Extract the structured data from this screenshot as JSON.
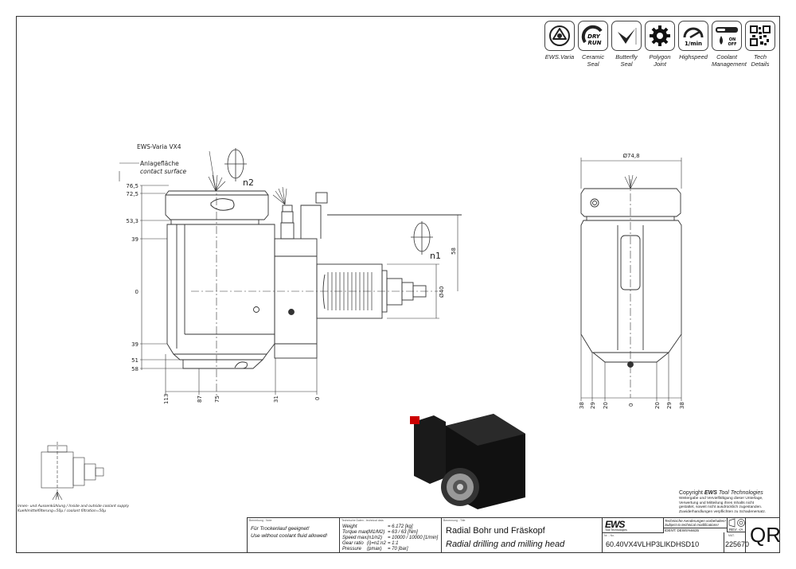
{
  "features": [
    {
      "label": "EWS.Varia",
      "icon": "varia-icon"
    },
    {
      "label": "Ceramic Seal",
      "icon": "dry-run-icon",
      "glyph": "DRY RUN"
    },
    {
      "label": "Butterfly Seal",
      "icon": "butterfly-seal-icon"
    },
    {
      "label": "Polygon Joint",
      "icon": "polygon-gear-icon"
    },
    {
      "label": "Highspeed",
      "icon": "speedometer-icon",
      "glyph": "1/min"
    },
    {
      "label": "Coolant Management",
      "icon": "coolant-icon",
      "glyph": "ON OFF"
    },
    {
      "label": "Tech Details",
      "icon": "qr-code-icon"
    }
  ],
  "drawing": {
    "callout_varia": "EWS-Varia VX4",
    "callout_contact_de": "Anlagefläche",
    "callout_contact_en": "contact surface",
    "n1": "n1",
    "n2": "n2",
    "left_dims": [
      "76,5",
      "72,5",
      "53,3",
      "39",
      "0",
      "39",
      "51",
      "58"
    ],
    "bottom_dims": [
      "113",
      "87",
      "75",
      "31",
      "0"
    ],
    "dim_58": "58",
    "dim_d40": "Ø40",
    "side_width": "Ø74,8",
    "side_dims": [
      "38",
      "29",
      "20",
      "0",
      "20",
      "29",
      "38"
    ]
  },
  "coolant_note": {
    "line1": "Innen- und Aussenkühlung / Inside and outside coolant supply",
    "line2": "Kuehlmittelfilterung=50µ / coolant filtration=50µ"
  },
  "copyright": {
    "title_prefix": "Copyright",
    "brand": "EWS",
    "title_suffix": "Tool Technologies",
    "lines": [
      "Weitergabe und Vervielfältigung dieser Unterlage,",
      "Verwertung und Mitteilung ihres Inhalts nicht",
      "gestattet, soweit nicht ausdrücklich zugestanden.",
      "Zuwiderhandlungen verpflichten zu Schadenersatz."
    ]
  },
  "title_block": {
    "remark_caption": "Bemerkung - Note",
    "remark_de": "Für Trockenlauf geeignet!",
    "remark_en": "Use without coolant fluid allowed!",
    "tech_caption": "Technische Daten - technical data",
    "tech_rows": [
      {
        "label": "Weight",
        "sym": "",
        "value": "= 6.172 [kg]"
      },
      {
        "label": "Torque max.",
        "sym": "(M1/M2)",
        "value": "= 63 / 63 [Nm]"
      },
      {
        "label": "Speed max.",
        "sym": "(n1/n2)",
        "value": "= 10000 / 10000 [1/min]"
      },
      {
        "label": "Gear ratio",
        "sym": "(i)=n1:n2",
        "value": "= 1:1"
      },
      {
        "label": "Pressure",
        "sym": "(pmax)",
        "value": "= 70 [bar]"
      }
    ],
    "title_caption": "Benennung - Title",
    "title_de": "Radial Bohr und Fräskopf",
    "title_en": "Radial drilling and milling head",
    "logo": "EWS",
    "logo_sub": "Tool Technologies",
    "changes_de": "Technische Aenderungen vorbehalten!",
    "changes_en": "Subject to technical modifications!",
    "ident": "IDENT: DEWS%6635",
    "rev": "REV: -/A",
    "nr_caption": "Nr. - No.",
    "part_no": "60.40VX4VLHP3LIKDHSD10",
    "mat_caption": "MAT.",
    "mat_no": "225670",
    "qr": "QR"
  }
}
